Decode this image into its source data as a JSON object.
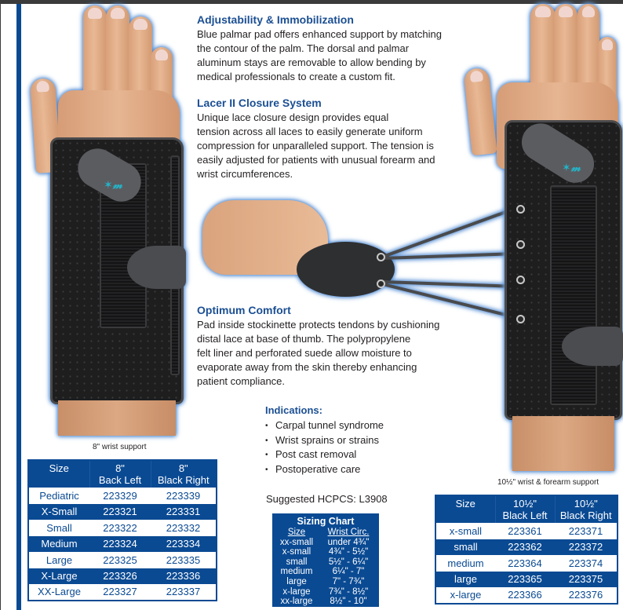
{
  "colors": {
    "brand_blue": "#0a4a93",
    "heading_blue": "#1b4f93",
    "body_text": "#231f20",
    "logo_teal": "#23b5c9"
  },
  "sections": [
    {
      "title": "Adjustability & Immobilization",
      "lines": [
        "Blue palmar pad offers enhanced support by matching",
        "the contour of the palm. The dorsal and palmar",
        "aluminum stays are removable to allow bending by",
        "medical professionals to create a custom fit."
      ]
    },
    {
      "title": "Lacer II Closure System",
      "lines": [
        "Unique lace closure design provides equal",
        "tension across all laces to easily generate uniform",
        "compression for unparalleled support. The tension is",
        "easily adjusted for patients with unusual forearm and",
        "wrist circumferences."
      ]
    },
    {
      "title": "Optimum Comfort",
      "lines": [
        "Pad inside stockinette protects tendons by cushioning",
        "distal lace at base of thumb. The polypropylene",
        "felt liner and perforated suede allow moisture to",
        "evaporate away from the skin thereby enhancing",
        "patient compliance."
      ]
    }
  ],
  "images": {
    "left_caption": "8\" wrist support",
    "right_caption": "10½\" wrist & forearm support",
    "logo_icon": "brand-logo-icon"
  },
  "indications": {
    "title": "Indications:",
    "items": [
      "Carpal tunnel syndrome",
      "Wrist sprains or strains",
      "Post cast removal",
      "Postoperative care"
    ]
  },
  "hcpcs": "Suggested HCPCS: L3908",
  "sizing_chart": {
    "title": "Sizing Chart",
    "headers": [
      "Size",
      "Wrist Circ."
    ],
    "rows": [
      [
        "xx-small",
        "under 4¾\""
      ],
      [
        "x-small",
        "4¾\" - 5½\""
      ],
      [
        "small",
        "5½\" - 6¼\""
      ],
      [
        "medium",
        "6¼\" - 7\""
      ],
      [
        "large",
        "7\" - 7¾\""
      ],
      [
        "x-large",
        "7¾\" - 8½\""
      ],
      [
        "xx-large",
        "8½\" - 10\""
      ]
    ]
  },
  "table_8in": {
    "headers": [
      {
        "line1": "Size",
        "line2": ""
      },
      {
        "line1": "8\"",
        "line2": "Back Left"
      },
      {
        "line1": "8\"",
        "line2": "Black Right"
      }
    ],
    "rows": [
      [
        "Pediatric",
        "223329",
        "223339"
      ],
      [
        "X-Small",
        "223321",
        "223331"
      ],
      [
        "Small",
        "223322",
        "223332"
      ],
      [
        "Medium",
        "223324",
        "223334"
      ],
      [
        "Large",
        "223325",
        "223335"
      ],
      [
        "X-Large",
        "223326",
        "223336"
      ],
      [
        "XX-Large",
        "223327",
        "223337"
      ]
    ]
  },
  "table_10in": {
    "headers": [
      {
        "line1": "Size",
        "line2": ""
      },
      {
        "line1": "10½\"",
        "line2": "Black Left"
      },
      {
        "line1": "10½\"",
        "line2": "Black Right"
      }
    ],
    "rows": [
      [
        "x-small",
        "223361",
        "223371"
      ],
      [
        "small",
        "223362",
        "223372"
      ],
      [
        "medium",
        "223364",
        "223374"
      ],
      [
        "large",
        "223365",
        "223375"
      ],
      [
        "x-large",
        "223366",
        "223376"
      ]
    ]
  }
}
